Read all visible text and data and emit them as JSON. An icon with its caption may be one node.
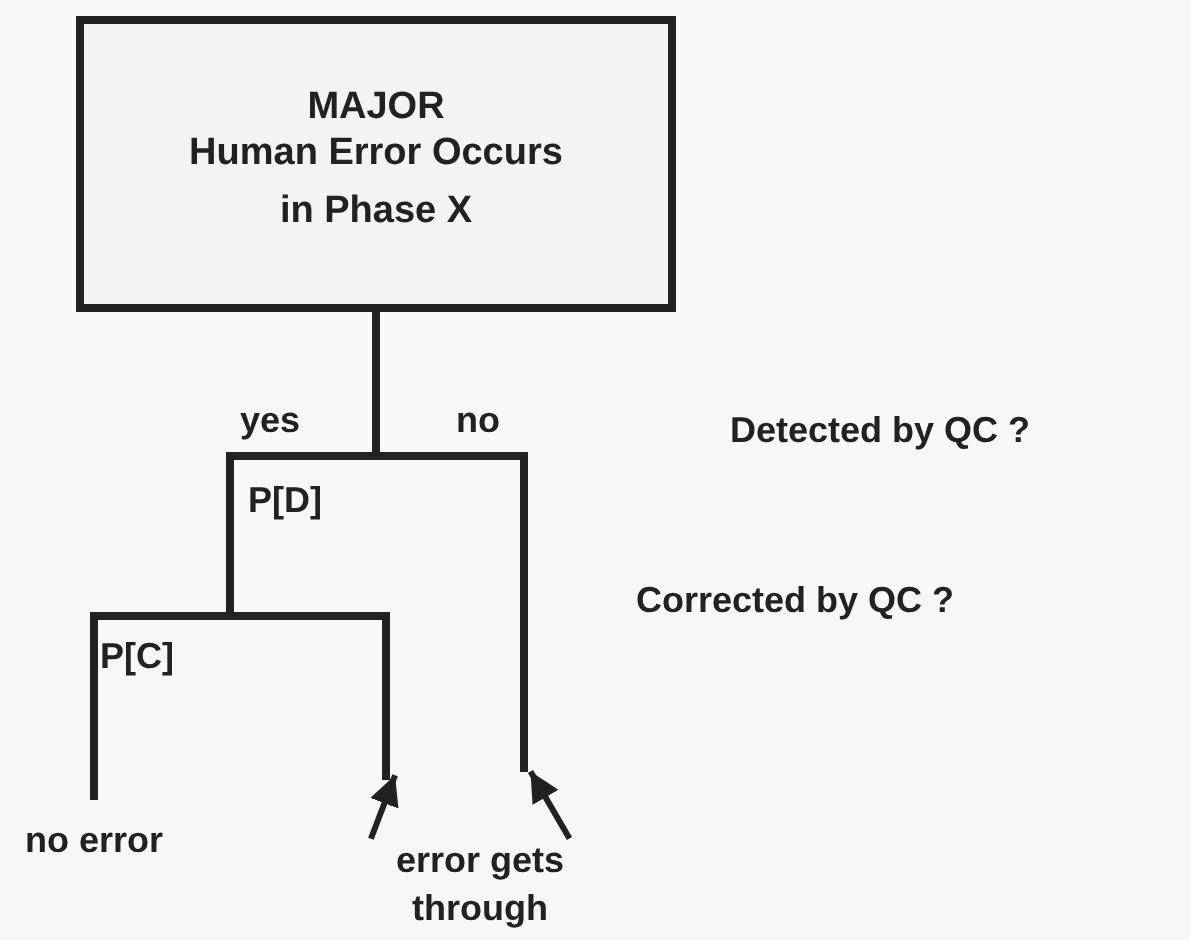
{
  "diagram": {
    "nodes": [
      {
        "text": [
          "MAJOR",
          "Human Error Occurs in Phase X"
        ]
      },
      {
        "text": [
          "no error"
        ]
      },
      {
        "text": [
          "error gets through"
        ]
      }
    ],
    "edges": [
      {
        "from": 0,
        "to": 1,
        "arrow": "none"
      },
      {
        "from": 0,
        "to": null,
        "arrow": "none"
      },
      {
        "from": 0,
        "to": null,
        "arrow": "none"
      },
      {
        "from": 2,
        "to": null,
        "arrow": "to"
      },
      {
        "from": 2,
        "to": null,
        "arrow": "to"
      }
    ],
    "labels": [
      "yes",
      "no",
      "Detected by QC ?",
      "P[D]",
      "Corrected by QC ?",
      "P[C]"
    ]
  }
}
